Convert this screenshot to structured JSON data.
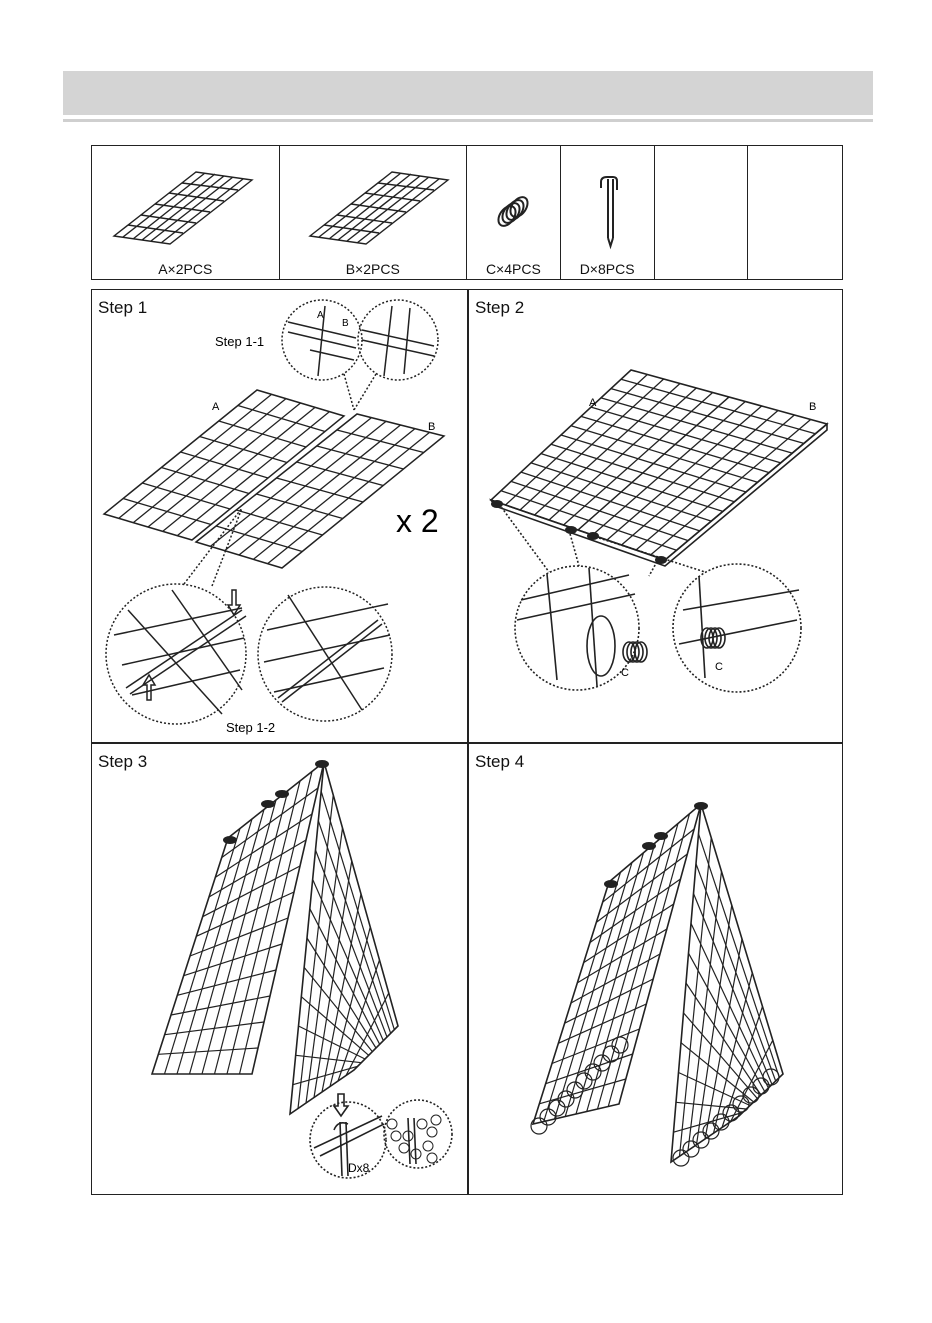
{
  "parts": [
    {
      "label": "A×2PCS",
      "icon": "grid-panel-icon"
    },
    {
      "label": "B×2PCS",
      "icon": "grid-panel-icon"
    },
    {
      "label": "C×4PCS",
      "icon": "coil-spring-icon"
    },
    {
      "label": "D×8PCS",
      "icon": "ground-stake-icon"
    },
    {
      "label": "",
      "icon": ""
    },
    {
      "label": "",
      "icon": ""
    }
  ],
  "steps": [
    {
      "title": "Step 1",
      "sub1": "Step 1-1",
      "sub2": "Step 1-2",
      "label_a": "A",
      "label_b": "B",
      "multiplier": "x 2"
    },
    {
      "title": "Step 2",
      "label_a": "A",
      "label_b": "B",
      "label_c": "C"
    },
    {
      "title": "Step 3",
      "label_d": "Dx8"
    },
    {
      "title": "Step 4"
    }
  ]
}
